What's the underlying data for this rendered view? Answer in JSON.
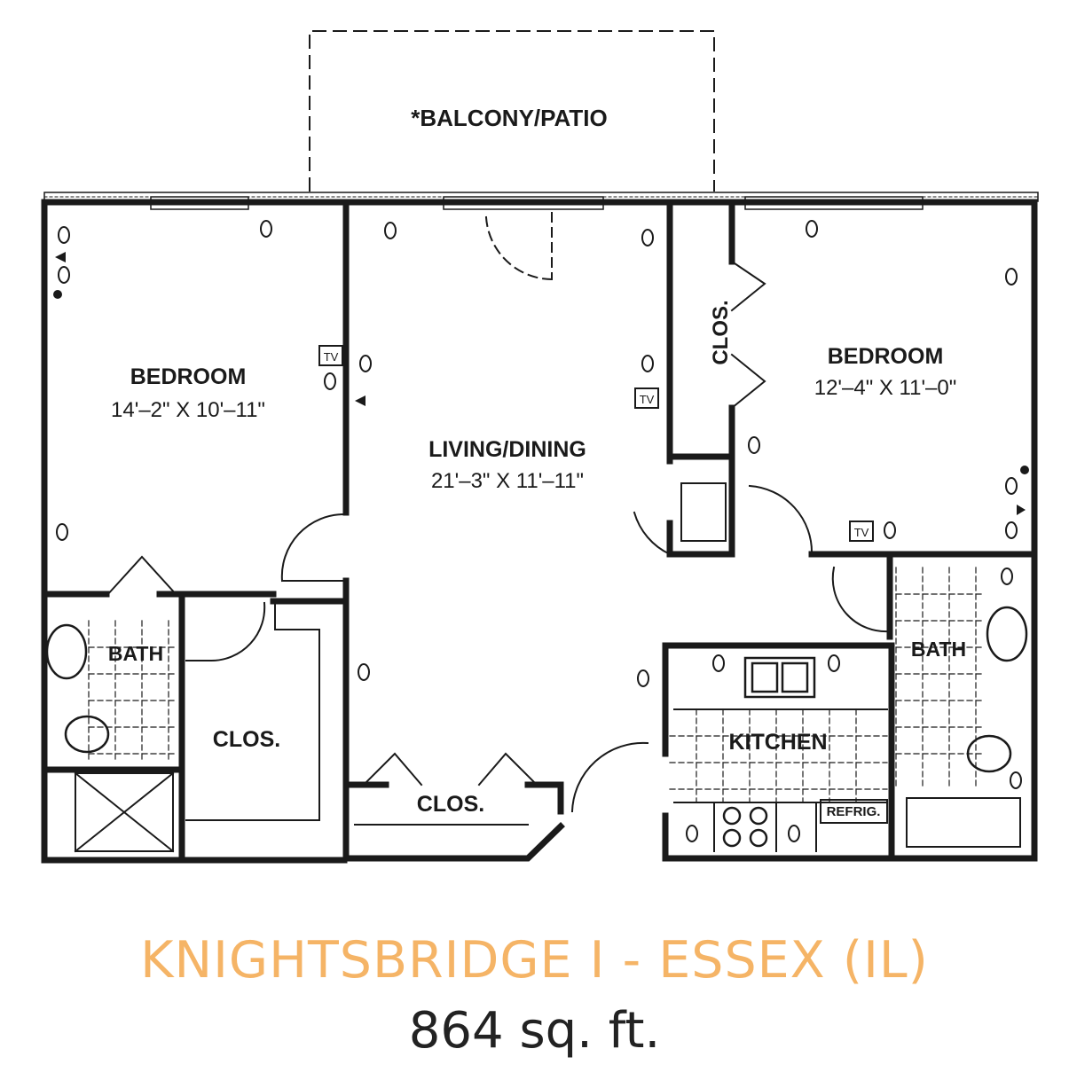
{
  "plan": {
    "balcony_label": "*BALCONY/PATIO",
    "rooms": {
      "bedroom_left": {
        "name": "BEDROOM",
        "size": "14'–2\" X 10'–11\""
      },
      "living_dining": {
        "name": "LIVING/DINING",
        "size": "21'–3\" X 11'–11\""
      },
      "bedroom_right": {
        "name": "BEDROOM",
        "size": "12'–4\" X 11'–0\""
      },
      "bath_left": {
        "name": "BATH"
      },
      "bath_right": {
        "name": "BATH"
      },
      "closet_left": {
        "name": "CLOS."
      },
      "closet_center": {
        "name": "CLOS."
      },
      "closet_right": {
        "name": "CLOS."
      },
      "kitchen": {
        "name": "KITCHEN"
      }
    },
    "fixtures": {
      "refrigerator": "REFRIG.",
      "tv": "TV"
    }
  },
  "caption": {
    "title": "KNIGHTSBRIDGE I - ESSEX (IL)",
    "area": "864 sq. ft.",
    "title_color": "#F5B466"
  }
}
